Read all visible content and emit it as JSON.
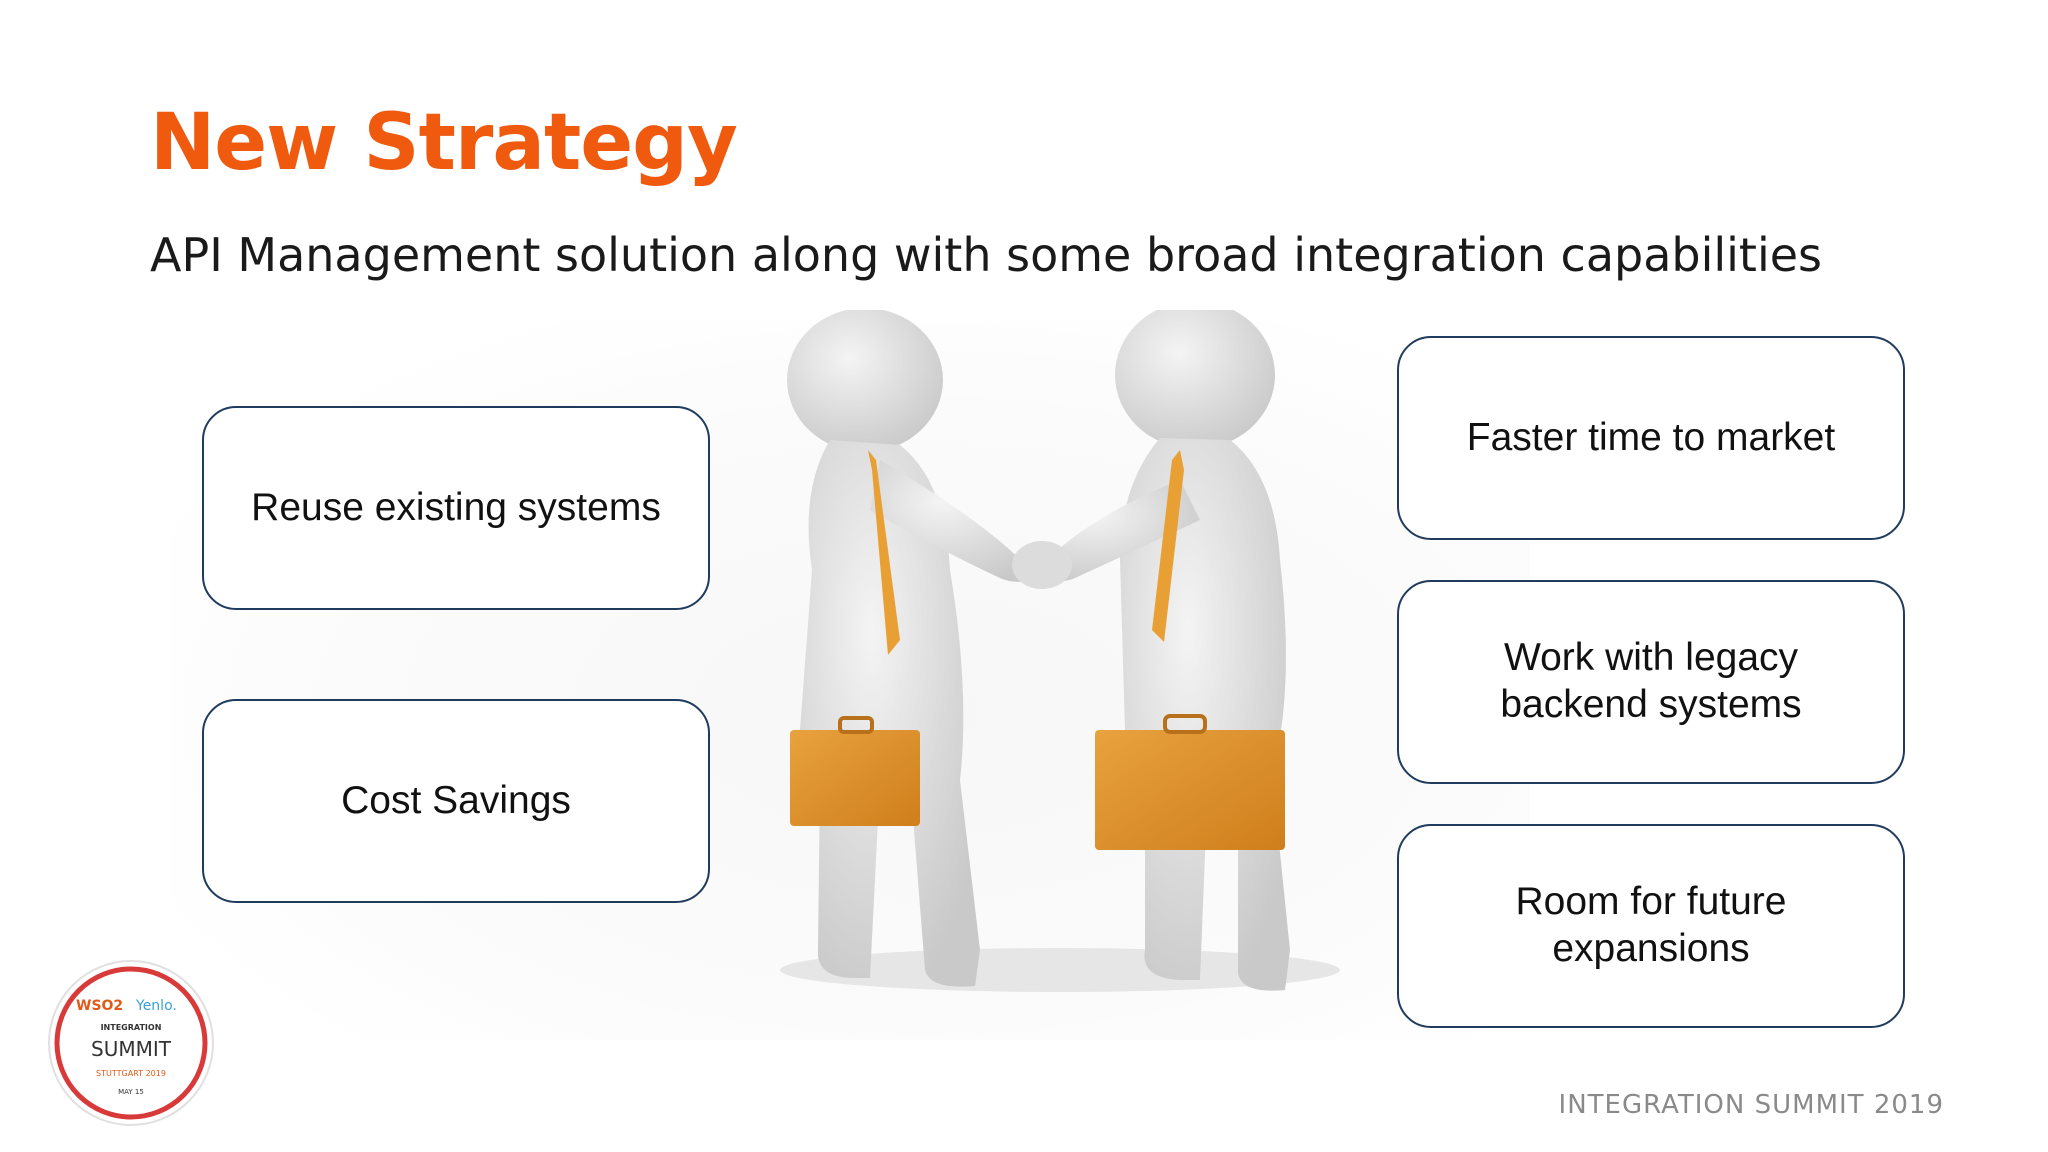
{
  "slide": {
    "title": "New Strategy",
    "subtitle": "API Management solution along with some broad integration capabilities",
    "footer": "INTEGRATION SUMMIT 2019"
  },
  "benefits": {
    "left": [
      "Reuse existing systems",
      "Cost Savings"
    ],
    "right": [
      "Faster time to market",
      "Work with legacy backend systems",
      "Room for future expansions"
    ]
  },
  "logo": {
    "wso2": "WSO2",
    "yenlo": "Yenlo.",
    "line1": "INTEGRATION",
    "line2": "SUMMIT",
    "line3": "STUTTGART 2019",
    "line4": "MAY 15"
  },
  "illustration": {
    "icon": "handshake-figures-icon"
  },
  "colors": {
    "title": "#f05a0f",
    "box_border": "#1f3b5e",
    "briefcase": "#e0922e",
    "tie": "#e8a035"
  }
}
